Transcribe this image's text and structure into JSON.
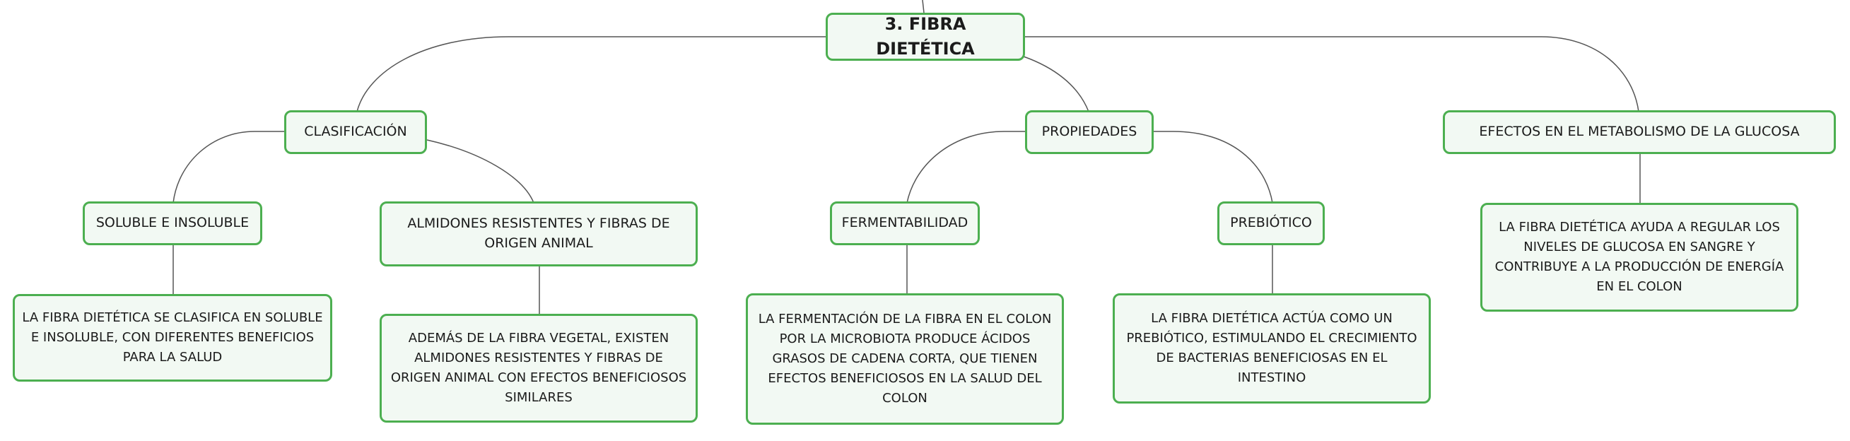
{
  "root": {
    "label": "3. FIBRA DIETÉTICA"
  },
  "branches": [
    {
      "label": "CLASIFICACIÓN",
      "children": [
        {
          "label": "SOLUBLE E INSOLUBLE",
          "detail": "LA FIBRA DIETÉTICA SE CLASIFICA EN SOLUBLE E INSOLUBLE, CON DIFERENTES BENEFICIOS PARA LA SALUD"
        },
        {
          "label": "ALMIDONES RESISTENTES Y FIBRAS DE ORIGEN ANIMAL",
          "detail": "ADEMÁS DE LA FIBRA VEGETAL, EXISTEN ALMIDONES RESISTENTES Y FIBRAS DE ORIGEN ANIMAL CON EFECTOS BENEFICIOSOS SIMILARES"
        }
      ]
    },
    {
      "label": "PROPIEDADES",
      "children": [
        {
          "label": "FERMENTABILIDAD",
          "detail": "LA FERMENTACIÓN DE LA FIBRA EN EL COLON POR LA MICROBIOTA PRODUCE ÁCIDOS GRASOS DE CADENA CORTA, QUE TIENEN EFECTOS BENEFICIOSOS EN LA SALUD DEL COLON"
        },
        {
          "label": "PREBIÓTICO",
          "detail": "LA FIBRA DIETÉTICA ACTÚA COMO UN PREBIÓTICO, ESTIMULANDO EL CRECIMIENTO DE BACTERIAS BENEFICIOSAS EN EL INTESTINO"
        }
      ]
    },
    {
      "label": "EFECTOS EN EL METABOLISMO DE LA GLUCOSA",
      "detail": "LA FIBRA DIETÉTICA AYUDA A REGULAR LOS NIVELES DE GLUCOSA EN SANGRE Y CONTRIBUYE A LA PRODUCCIÓN DE ENERGÍA EN EL COLON"
    }
  ],
  "colors": {
    "border": "#4caf50",
    "fill": "#f2f9f3",
    "connector": "#555555"
  }
}
